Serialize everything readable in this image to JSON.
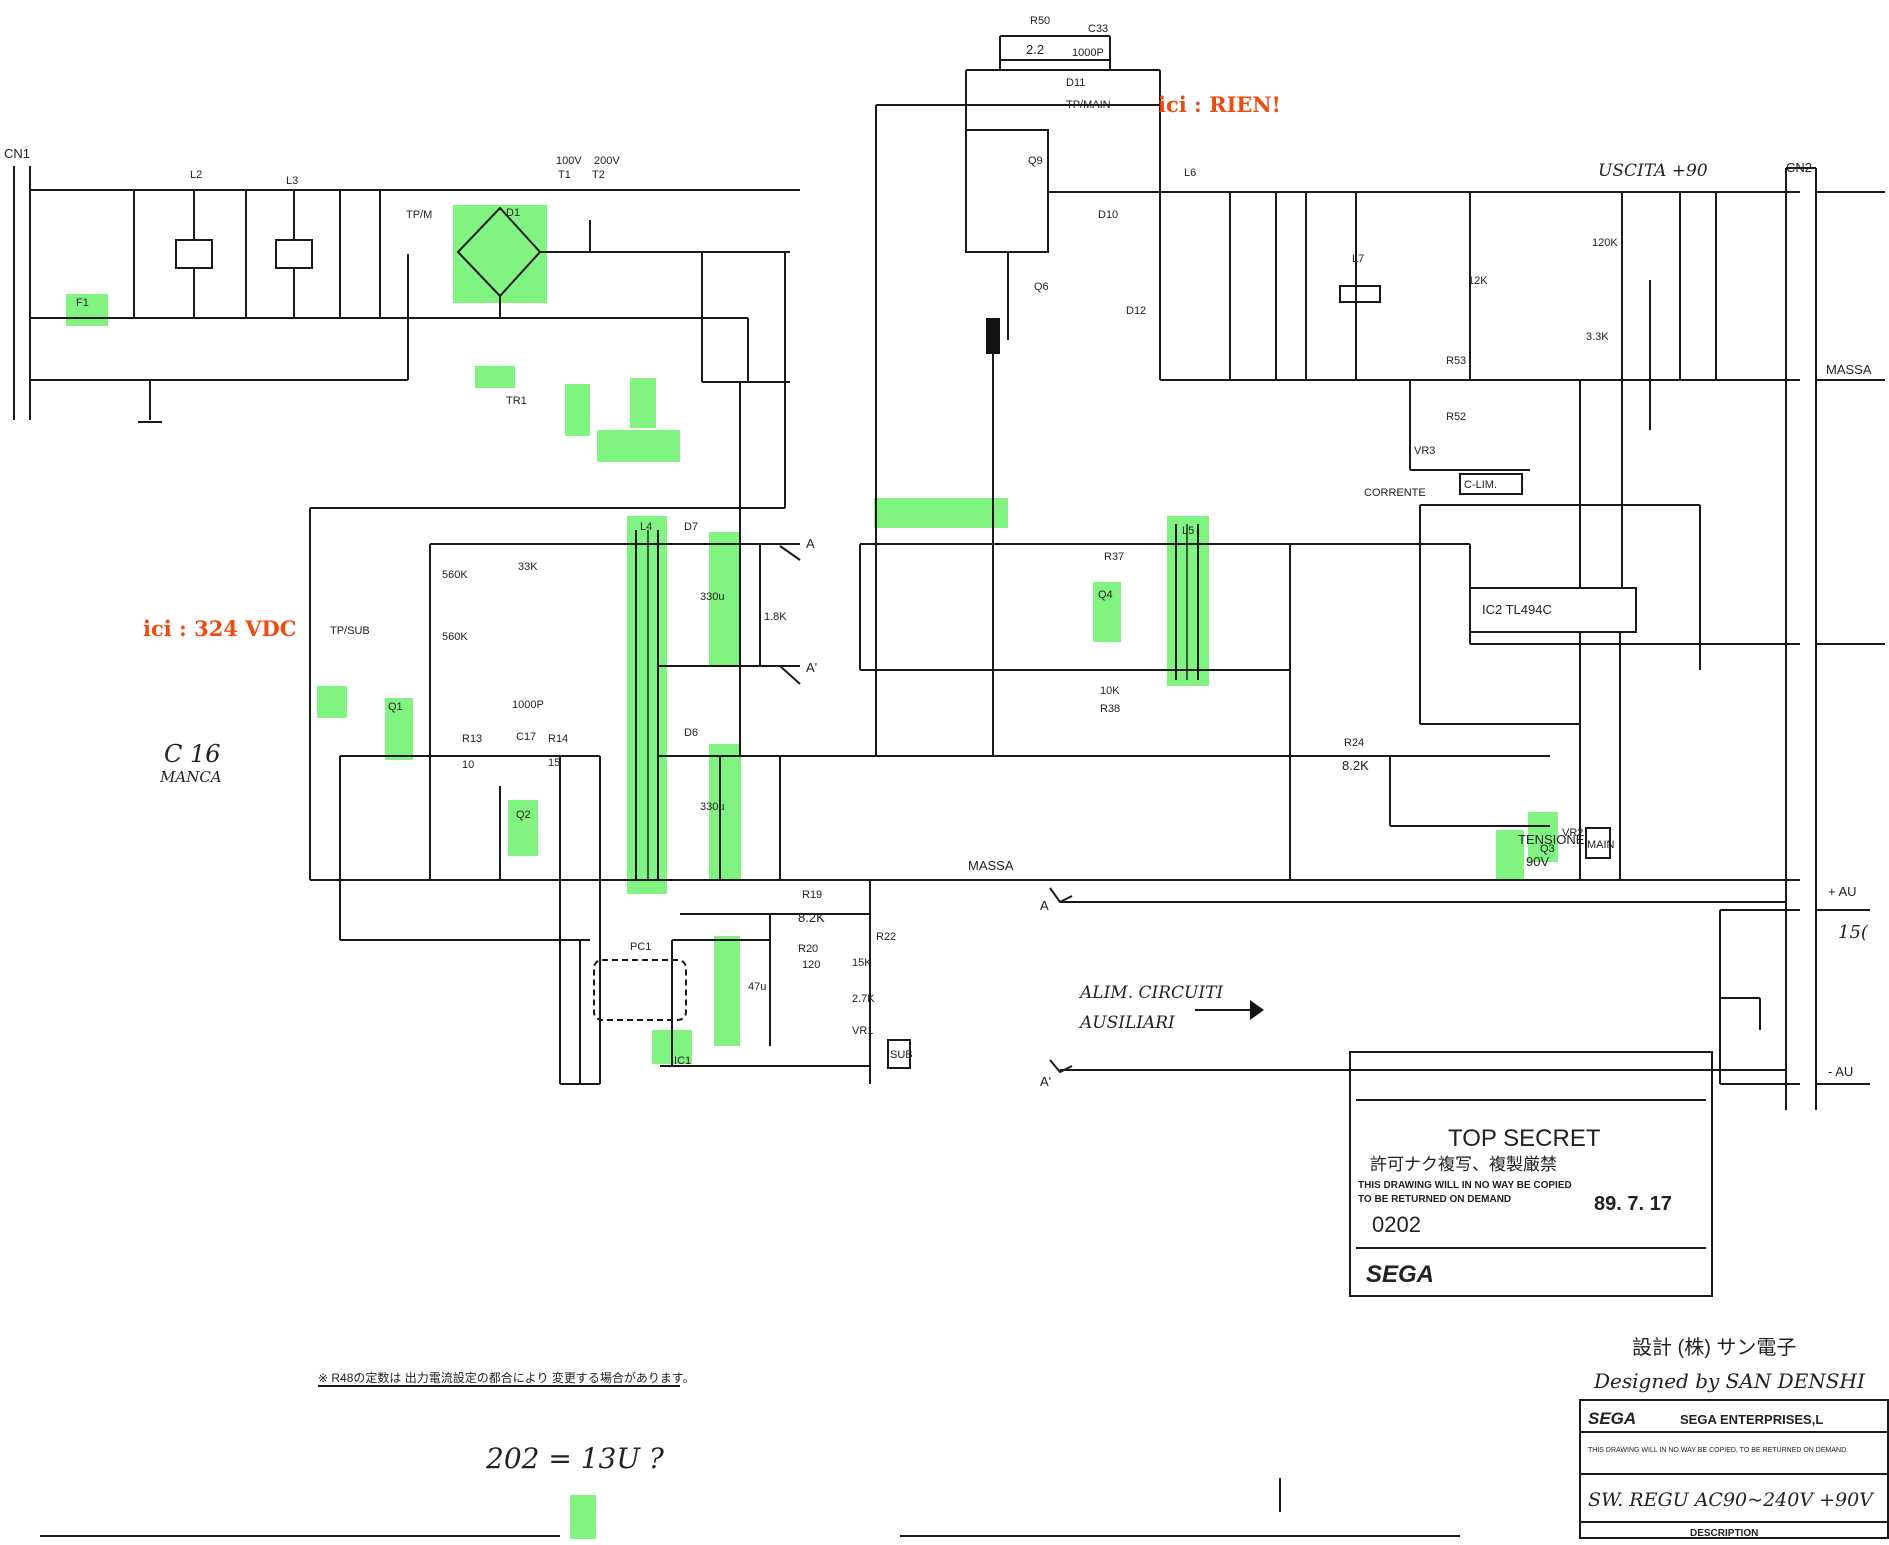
{
  "annotations": {
    "rien": "ici : RIEN!",
    "vdc": "ici : 324 VDC",
    "c16_missing_1": "C 16",
    "c16_missing_2": "MANCA",
    "question": "202 = 13U ?"
  },
  "connectors": {
    "cn1": "CN1",
    "cn2": "CN2",
    "uscita": "USCITA +90",
    "massa_right": "MASSA",
    "massa_mid": "MASSA",
    "plus_av": "+ AU",
    "minus_av": "- AU",
    "right_150": "15(",
    "alim_1": "ALIM. CIRCUITI",
    "alim_2": "AUSILIARI",
    "tensione_1": "TENSIONE",
    "tensione_2": "90V",
    "corrente": "CORRENTE",
    "c_lim": "C-LIM.",
    "main": "MAIN",
    "sub": "SUB"
  },
  "components": {
    "f1": "F1",
    "l2": "L2",
    "l3": "L3",
    "d1": "D1",
    "tp_m": "TP/M",
    "t1": "T1",
    "t2": "T2",
    "v100": "100V",
    "v200": "200V",
    "r50": "R50",
    "r50v": "2.2",
    "c33": "C33",
    "c33v": "1000P",
    "d11": "D11",
    "tp_main": "TP/MAIN",
    "q9": "Q9",
    "q6": "Q6",
    "d10": "D10",
    "l6": "L6",
    "l7": "L7",
    "d12": "D12",
    "l4": "L4",
    "l5": "L5",
    "ic2": "IC2 TL494C",
    "q1": "Q1",
    "q2": "Q2",
    "q3": "Q3",
    "q4": "Q4",
    "pc1": "PC1",
    "ic1": "IC1",
    "tp_sub": "TP/SUB",
    "tr1": "TR1",
    "r13": "R13",
    "r13v": "10",
    "c17": "C17",
    "c17v": "1000P",
    "r14": "R14",
    "r14v": "15",
    "r24": "R24",
    "r24v": "8.2K",
    "r19": "R19",
    "r19v": "8.2K",
    "r20": "R20",
    "r20v": "120",
    "c22v": "330u",
    "c23v": "330u",
    "c19v": "47u",
    "d6": "D6",
    "d7": "D7",
    "r41v": "1.8K",
    "r37": "R37",
    "r38": "R38",
    "r38v": "10K",
    "r9v": "560K",
    "r6v": "560K",
    "r11v": "33K",
    "r27v": "15K",
    "r21v": "2.7K",
    "r22": "R22",
    "vr1": "VR1",
    "vr2": "VR2",
    "vr3": "VR3",
    "r52": "R52",
    "r53": "R53",
    "r56v": "12K",
    "r57v": "3.3K",
    "r58v": "120K"
  },
  "stamp": {
    "title": "TOP SECRET",
    "line_jp": "許可ナク複写、複製厳禁",
    "line_en1": "THIS DRAWING WILL IN NO WAY BE COPIED",
    "line_en2": "TO BE RETURNED ON DEMAND",
    "number": "0202",
    "date": "89. 7. 17",
    "brand": "SEGA"
  },
  "titleblock": {
    "designed_jp": "設計 (株) サン電子",
    "designed": "Designed by SAN DENSHI",
    "company": "SEGA ENTERPRISES,L",
    "brand": "SEGA",
    "notice": "THIS DRAWING WILL IN NO WAY BE COPIED, TO BE RETURNED ON DEMAND.",
    "drawing_title": "SW. REGU AC90~240V +90V",
    "description": "DESCRIPTION"
  },
  "footnote": "※ R48の定数は 出力電流設定の都合により 変更する場合があります。"
}
